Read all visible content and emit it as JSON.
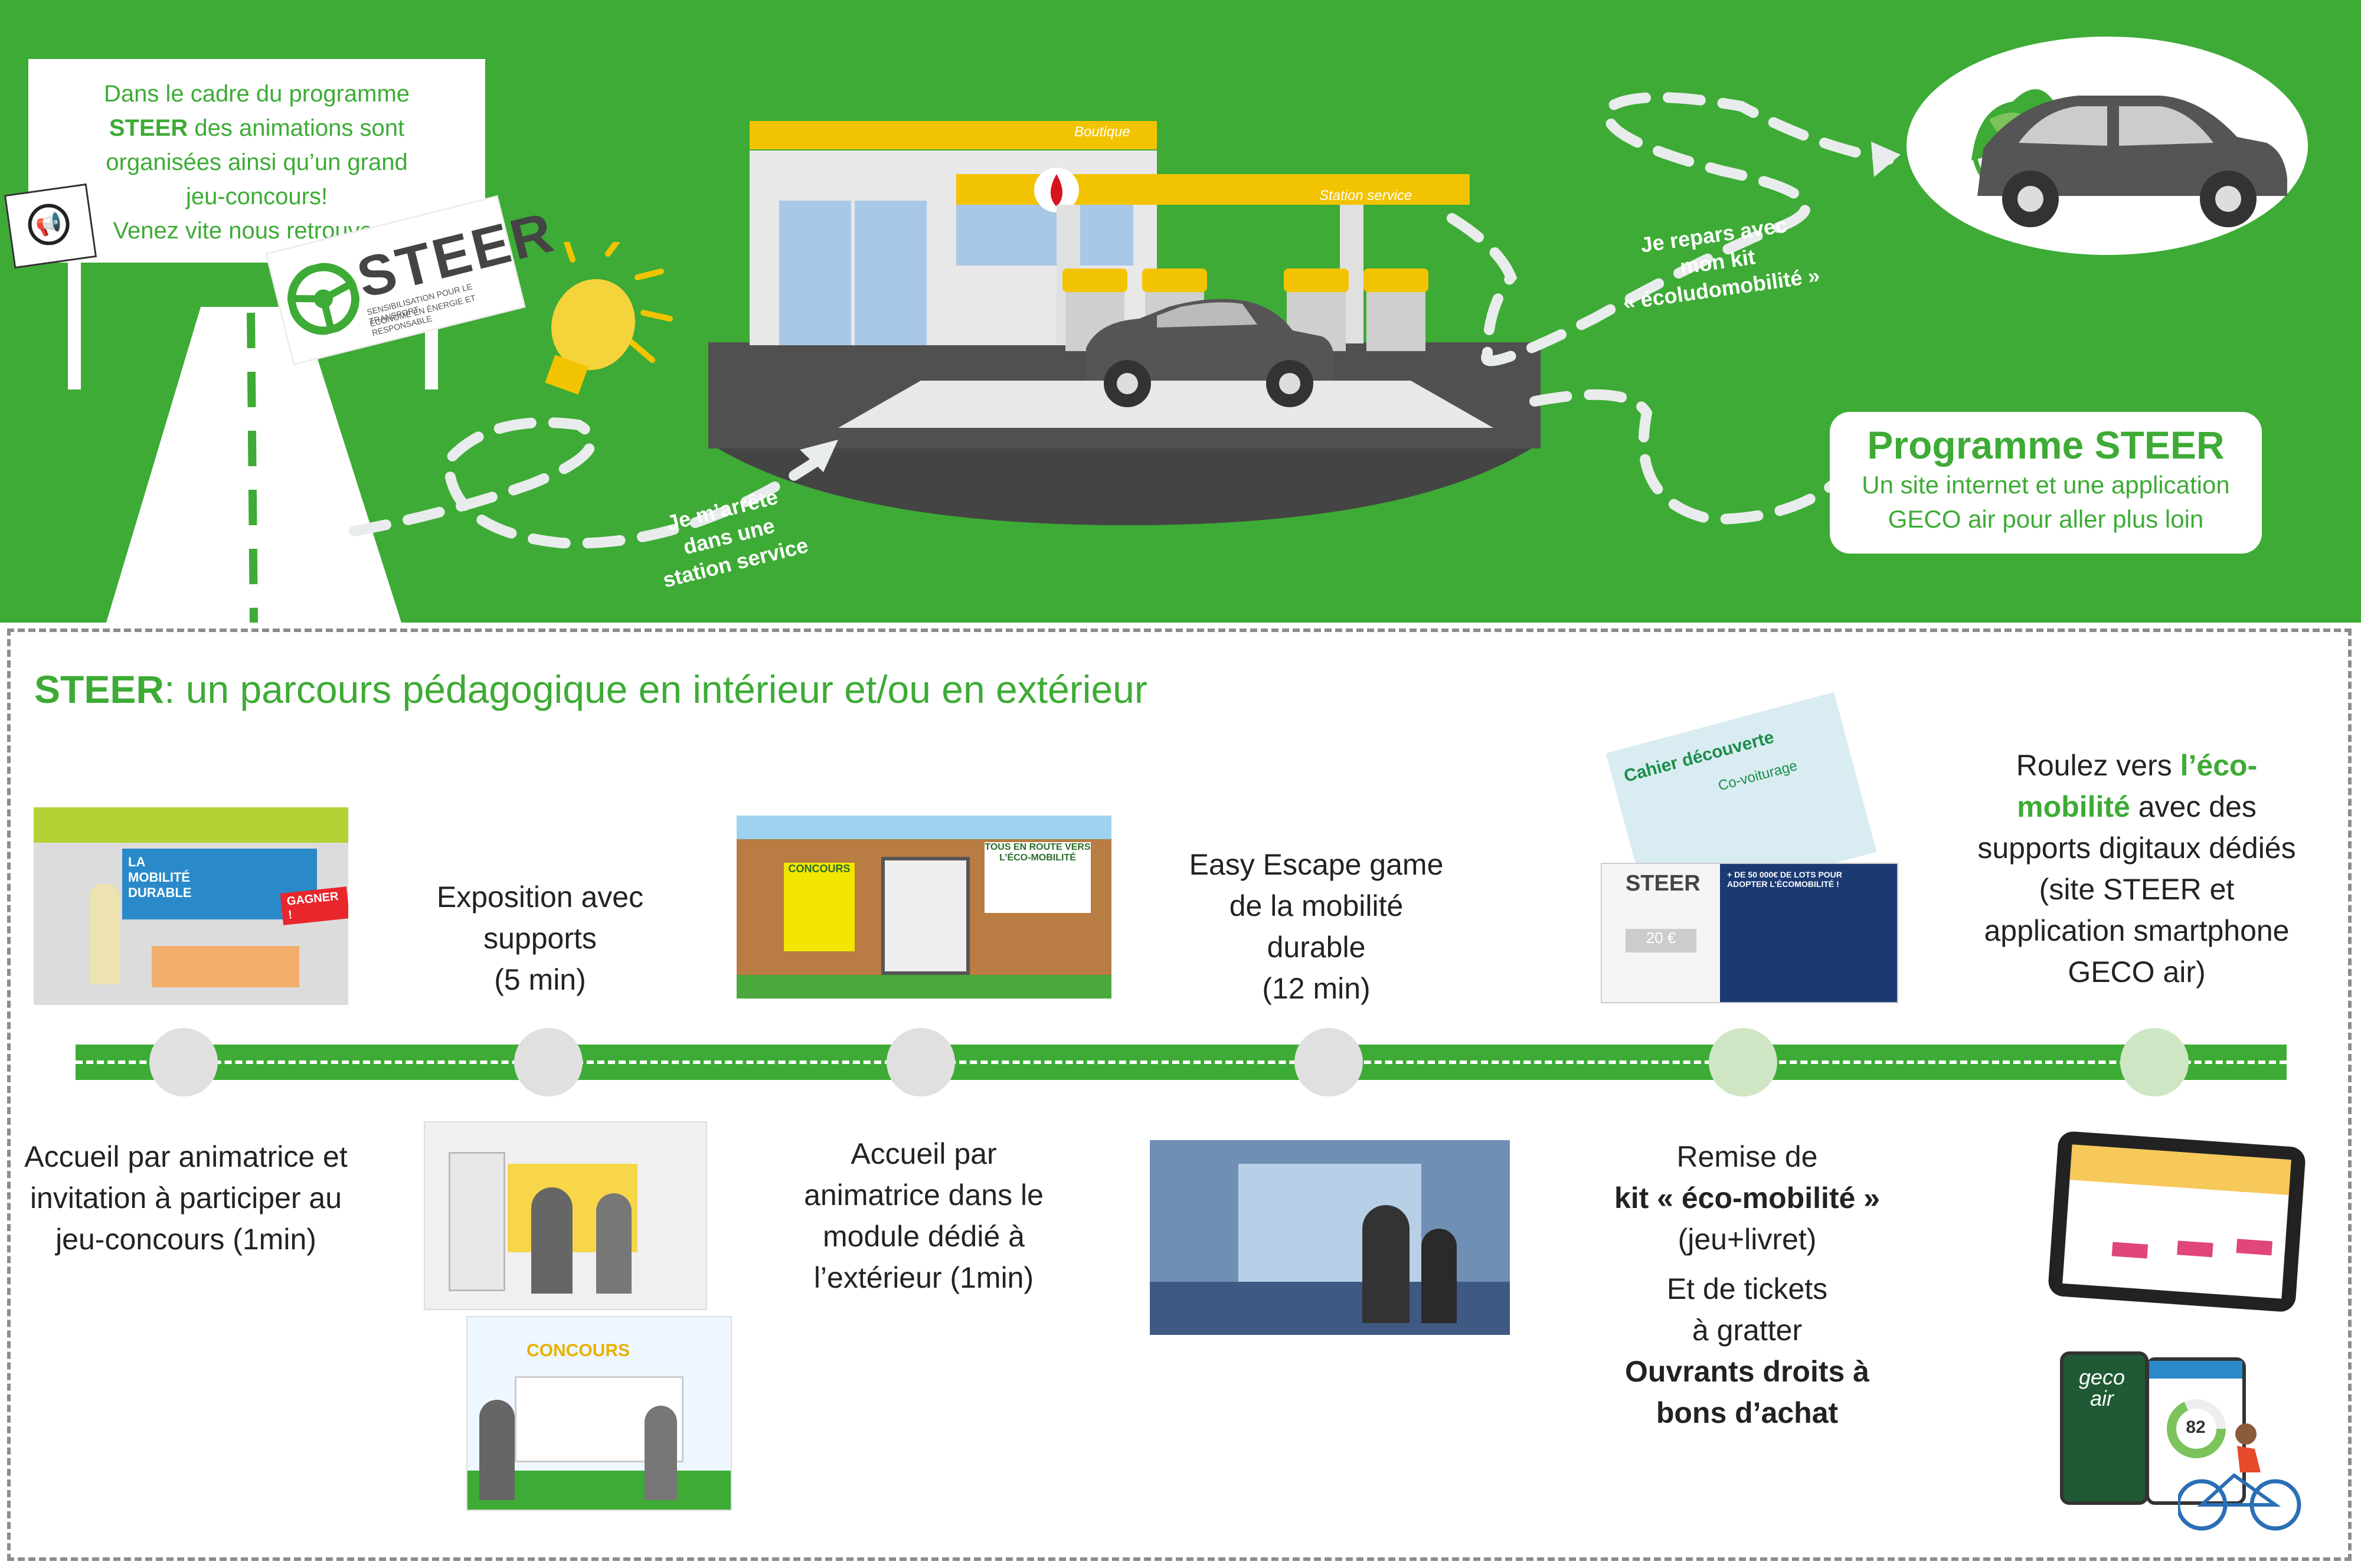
{
  "intro_sign": {
    "line1": "Dans le cadre du programme",
    "brand": "STEER",
    "line2_rest": " des animations sont",
    "line3": "organisées ainsi qu’un grand",
    "line4": "jeu-concours!",
    "line5": "Venez vite nous retrouver !!"
  },
  "steer_logo": {
    "name": "STEER",
    "tagline1": "SENSIBILISATION POUR LE TRANSPORT",
    "tagline2": "ÉCONOME EN ÉNERGIE ET RESPONSABLE"
  },
  "station": {
    "boutique_label": "Boutique",
    "service_label": "Station service"
  },
  "path_labels": {
    "stop": [
      "Je m’arrête",
      "dans une",
      "station service"
    ],
    "repair": [
      "Je repars avec",
      "mon kit",
      "« écoludomobilité »"
    ]
  },
  "programme_box": {
    "title": "Programme STEER",
    "line1": "Un site internet et une application",
    "line2": "GECO air pour aller plus loin"
  },
  "section_title": {
    "brand": "STEER",
    "rest": ": un parcours pédagogique en intérieur et/ou en extérieur"
  },
  "steps_top": {
    "exposition": [
      "Exposition avec",
      "supports",
      "(5 min)"
    ],
    "escape": [
      "Easy Escape game",
      "de la mobilité",
      "durable",
      "(12 min)"
    ],
    "roulez": {
      "l1_pre": "Roulez vers ",
      "l1_hl": "l’éco-",
      "l2_hl": "mobilité",
      "l2_post": " avec des",
      "l3": "supports digitaux dédiés",
      "l4": "(site STEER et",
      "l5": "application smartphone",
      "l6": "GECO air)"
    }
  },
  "steps_bottom": {
    "accueil1": [
      "Accueil par animatrice et",
      "invitation à participer au",
      "jeu-concours (1min)"
    ],
    "accueil2": [
      "Accueil par",
      "animatrice dans le",
      "module dédié à",
      "l’extérieur (1min)"
    ],
    "remise": {
      "l1": "Remise de",
      "l2": "kit « éco-mobilité »",
      "l3": "(jeu+livret)",
      "l4": "Et de tickets",
      "l5": "à gratter",
      "l6": "Ouvrants droits à",
      "l7": "bons d’achat"
    }
  },
  "photos": {
    "stand_text": "LA MOBILITÉ DURABLE",
    "gagner": "GAGNER !",
    "concours": "CONCOURS",
    "tous_en_route": "TOUS EN ROUTE VERS L’ÉCO-MOBILITÉ",
    "cahier": "Cahier découverte",
    "covoiturage": "Co-voiturage",
    "lots": "+ DE 50 000€ DE LOTS POUR ADOPTER L’ÉCOMOBILITÉ !",
    "price": "20 €",
    "geco": "geco air",
    "score": "82"
  },
  "colors": {
    "green": "#3dab35",
    "dark": "#4a4a4a",
    "yellow": "#f2c300",
    "node": "#e0e0e0",
    "node_active": "#cfe6c4"
  }
}
